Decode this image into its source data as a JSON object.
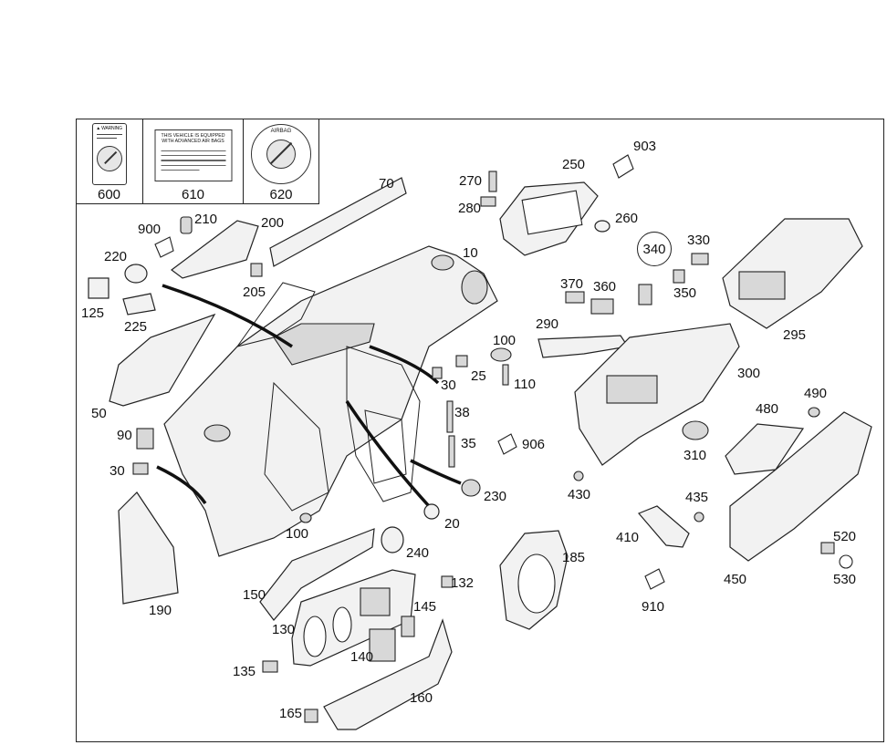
{
  "label_panel": {
    "items": [
      {
        "number": "600",
        "icon": "airbag-warning-label-icon"
      },
      {
        "number": "610",
        "icon": "airbag-notice-label-icon",
        "title": "THIS VEHICLE IS EQUIPPED WITH ADVANCED AIR BAGS"
      },
      {
        "number": "620",
        "icon": "airbag-seal-label-icon",
        "title": "AIRBAG"
      }
    ]
  },
  "callouts": {
    "c70": "70",
    "c10": "10",
    "c900": "900",
    "c210": "210",
    "c200": "200",
    "c220": "220",
    "c125": "125",
    "c225": "225",
    "c205": "205",
    "c50": "50",
    "c90": "90",
    "c30a": "30",
    "c30b": "30",
    "c25": "25",
    "c100a": "100",
    "c100b": "100",
    "c110": "110",
    "c38": "38",
    "c35": "35",
    "c230": "230",
    "c20": "20",
    "c240": "240",
    "c190": "190",
    "c150": "150",
    "c130": "130",
    "c132": "132",
    "c145": "145",
    "c140": "140",
    "c135": "135",
    "c160": "160",
    "c165": "165",
    "c185": "185",
    "c270": "270",
    "c280": "280",
    "c250": "250",
    "c903": "903",
    "c260": "260",
    "c340": "340",
    "c330": "330",
    "c350": "350",
    "c370": "370",
    "c360": "360",
    "c290": "290",
    "c295": "295",
    "c300": "300",
    "c310": "310",
    "c906": "906",
    "c430": "430",
    "c435": "435",
    "c410": "410",
    "c910": "910",
    "c480": "480",
    "c490": "490",
    "c450": "450",
    "c520": "520",
    "c530": "530"
  }
}
